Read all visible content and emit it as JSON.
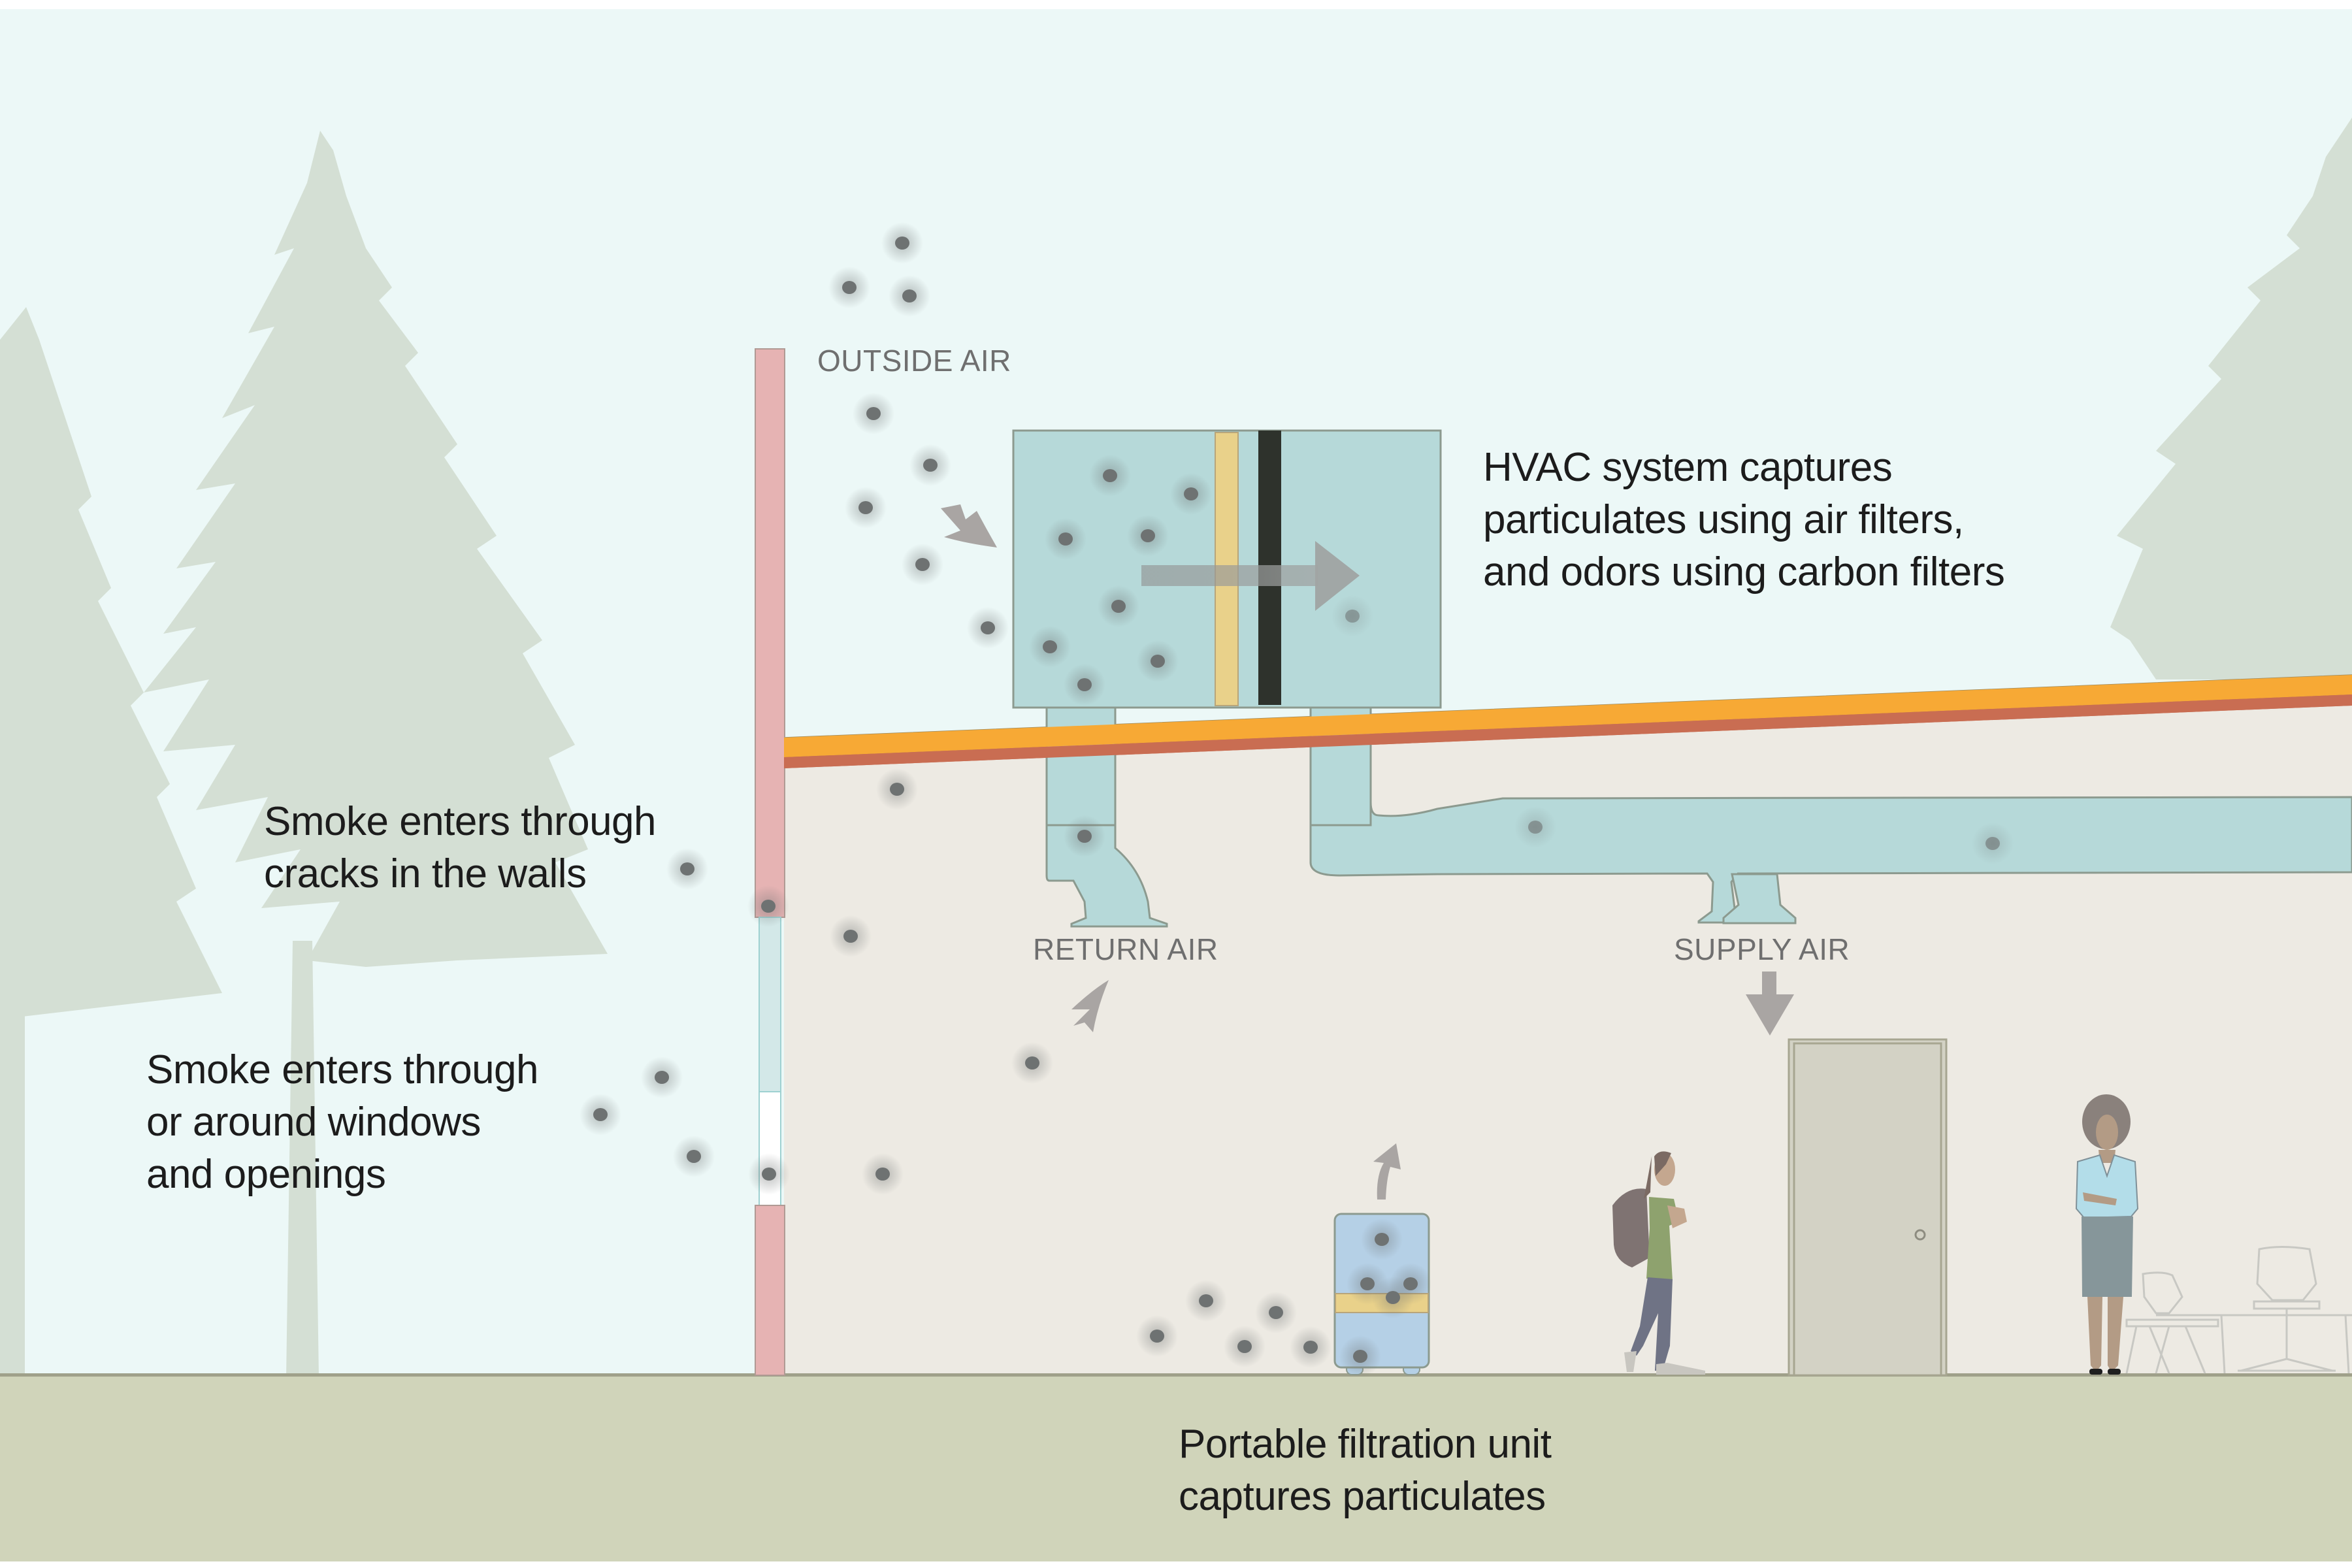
{
  "diagram": {
    "title_labels": {
      "outside_air": "OUTSIDE AIR",
      "return_air": "RETURN AIR",
      "supply_air": "SUPPLY AIR"
    },
    "annotations": {
      "hvac": "HVAC system captures\nparticulates using air filters,\nand odors using carbon filters",
      "cracks": "Smoke enters through\ncracks in the walls",
      "windows": "Smoke enters through\nor around windows\nand openings",
      "portable": "Portable filtration unit\ncaptures particulates"
    },
    "components": {
      "hvac_unit": "HVAC unit",
      "air_filter": "air filter",
      "carbon_filter": "carbon filter",
      "return_duct": "return air duct",
      "supply_duct": "supply air duct",
      "portable_unit": "portable filtration unit",
      "window": "window",
      "door": "door",
      "roof": "roof",
      "exterior_wall": "exterior wall",
      "trees": "trees",
      "people": [
        "student with backpack",
        "teacher"
      ],
      "furniture": [
        "chairs",
        "table"
      ]
    },
    "colors": {
      "sky": "#ecf8f7",
      "interior_wall": "#edeae3",
      "ground": "#d0d4ba",
      "tree": "#d4dfd4",
      "exterior_wall": "#e6b3b3",
      "window_glass": "#d3e8e8",
      "duct": "#b6d9d9",
      "duct_outline": "#8c9a8f",
      "air_filter": "#e9d18a",
      "carbon_filter": "#2e322c",
      "roof_top": "#f7a935",
      "roof_bottom": "#c96d52",
      "particle": "#6e7272",
      "arrow": "#a9a5a3",
      "portable_unit": "#b5d0e6",
      "door": "#d3d2c5",
      "text": "#1c1c1c",
      "caption": "#6f6f6f"
    }
  }
}
